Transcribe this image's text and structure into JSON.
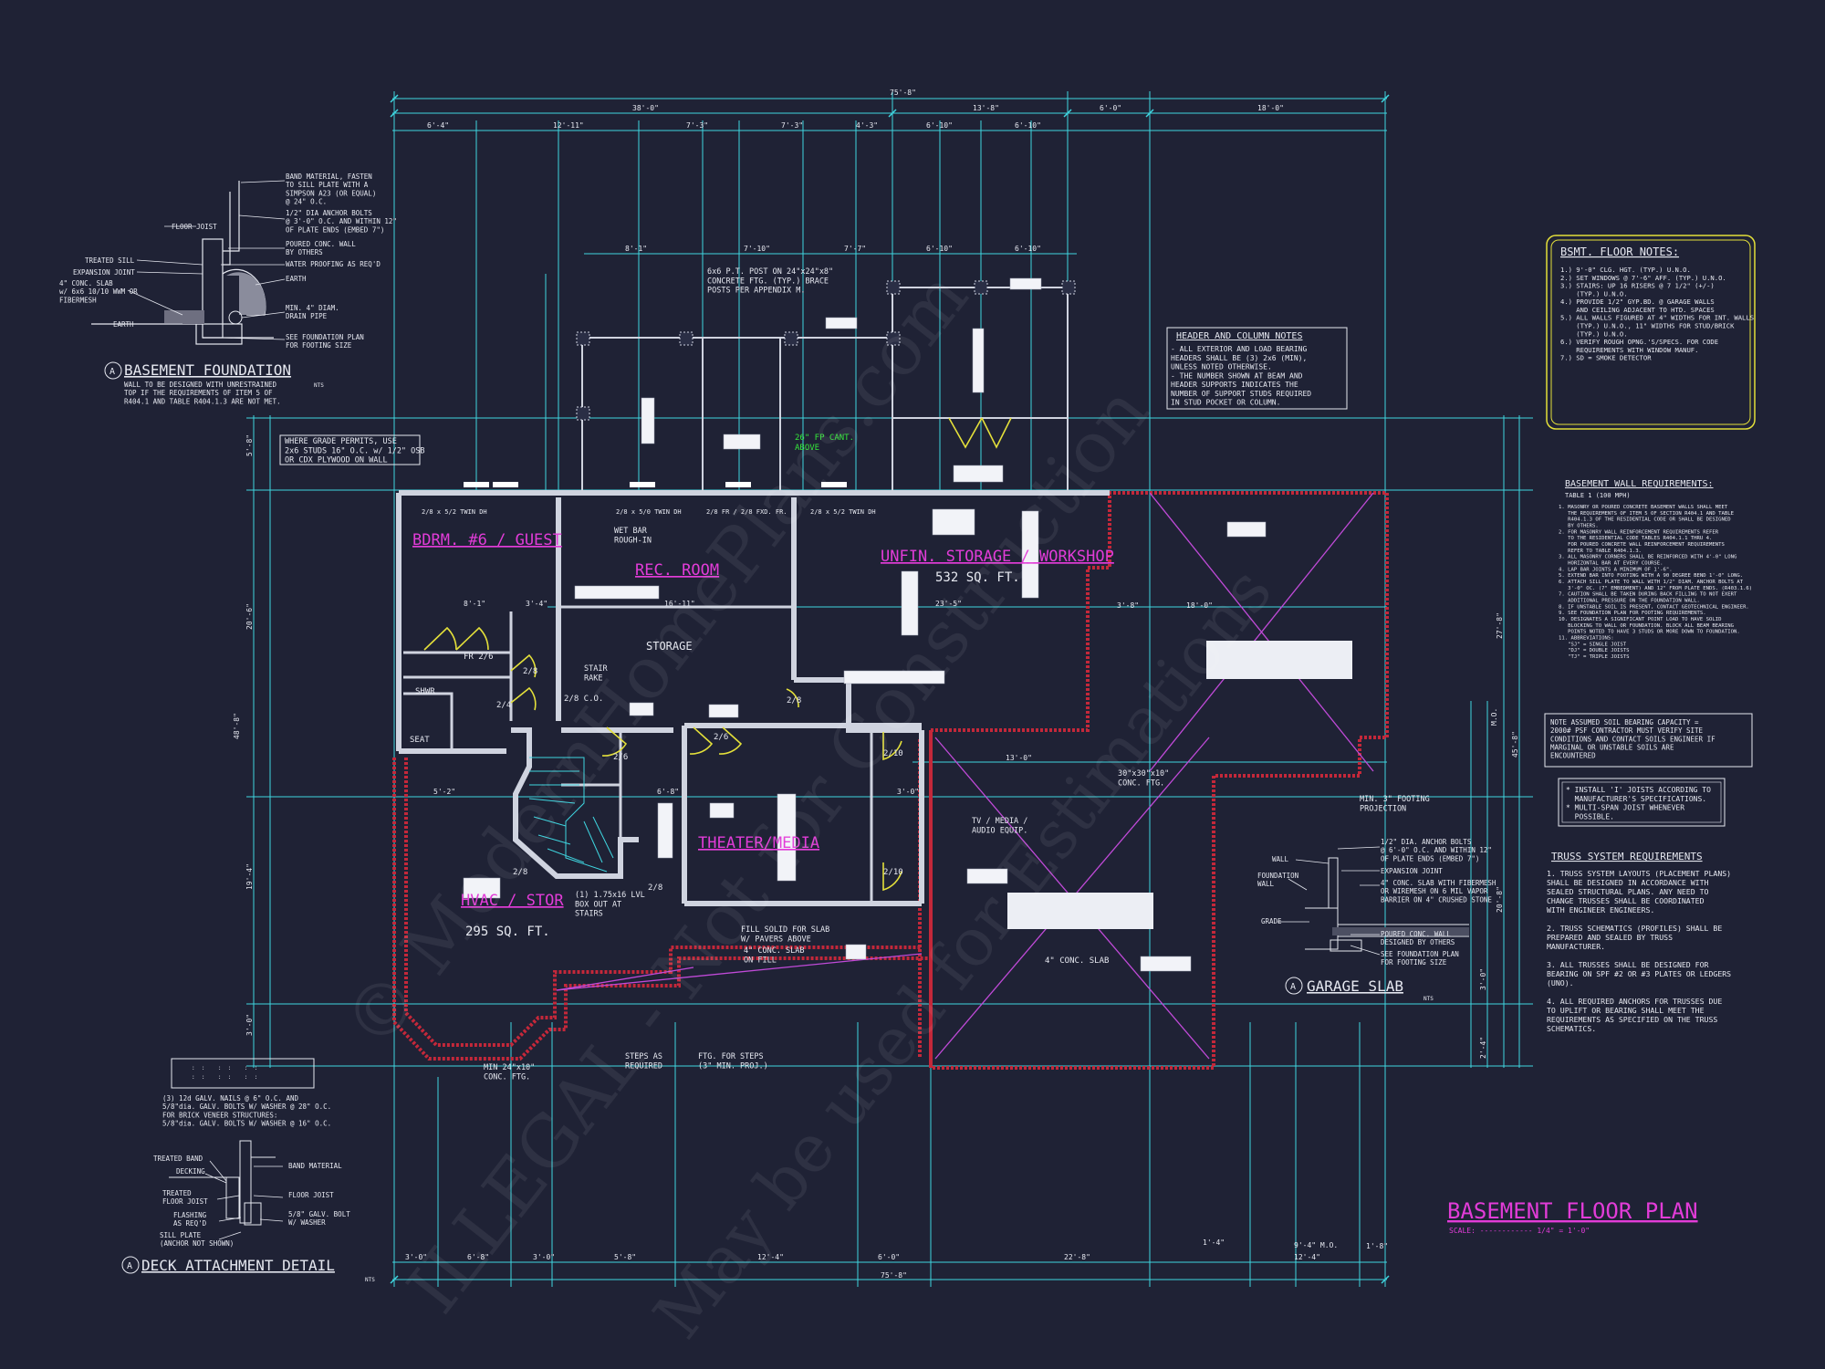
{
  "dimensions": {
    "overall_top": "75'-8\"",
    "top_segments_1": [
      "38'-0\"",
      "13'-8\"",
      "6'-0\"",
      "18'-0\""
    ],
    "top_segments_2": [
      "6'-4\"",
      "12'-11\"",
      "7'-3\"",
      "7'-3\"",
      "4'-3\"",
      "6'-10\"",
      "6'-10\""
    ],
    "deck_segments": [
      "8'-1\"",
      "7'-10\"",
      "7'-7\"",
      "6'-10\"",
      "6'-10\""
    ],
    "overall_bottom": "75'-8\"",
    "bottom_segments": [
      "3'-0\"",
      "6'-8\"",
      "3'-0\"",
      "5'-8\"",
      "12'-4\"",
      "6'-0\"",
      "22'-8\"",
      "12'-4\"",
      "1'-4\"",
      "1'-8\""
    ],
    "left_side": [
      "5'-8\"",
      "20'-6\"",
      "48'-8\"",
      "19'-4\"",
      "3'-0\""
    ],
    "right_side": [
      "27'-8\"",
      "45'-8\"",
      "20'-8\"",
      "3'-0\"",
      "2'-4\""
    ],
    "interior": [
      "8'-1\"",
      "3'-4\"",
      "16'-11\"",
      "23'-5\"",
      "13'-0\"",
      "3'-8\"",
      "18'-0\"",
      "5'-2\"",
      "3'-0\"",
      "6'-8\"",
      "9'-4\" M.O."
    ]
  },
  "rooms": {
    "bedroom": "BDRM. #6 / GUEST",
    "rec_room": "REC. ROOM",
    "storage_workshop": "UNFIN. STORAGE / WORKSHOP",
    "storage_workshop_area": "532 SQ. FT.",
    "storage": "STORAGE",
    "theater": "THEATER/MEDIA",
    "hvac_storage": "HVAC / STOR",
    "hvac_area": "295 SQ. FT.",
    "shwr": "SHWR",
    "seat": "SEAT"
  },
  "plan_labels": {
    "wet_bar": "WET BAR\nROUGH-IN",
    "stair_rake": "STAIR\nRAKE",
    "co": "2/8 C.O.",
    "fr": "FR 2/6",
    "fp_cant": "26\" FP CANT.\nABOVE",
    "post_note": "6x6 P.T. POST ON 24\"x24\"x8\"\nCONCRETE FTG. (TYP.) BRACE\nPOSTS PER APPENDIX M.",
    "grade_note": "WHERE GRADE PERMITS, USE\n2x6 STUDS 16\" O.C. w/ 1/2\" OSB\nOR CDX PLYWOOD ON WALL",
    "tv_note": "TV / MEDIA /\nAUDIO EQUIP.",
    "conc_slab": "4\" CONC. SLAB",
    "fill_note": "FILL SOLID FOR SLAB\nW/ PAVERS ABOVE",
    "conc_slab_fill": "4\" CONC. SLAB\nON FILL",
    "lvl_note": "(1) 1.75x16 LVL\nBOX OUT AT\nSTAIRS",
    "steps_note": "STEPS AS\nREQUIRED",
    "ftg_steps": "FTG. FOR STEPS\n(3\" MIN. PROJ.)",
    "min_conc": "MIN 24\"x10\"\nCONC. FTG.",
    "conc_ftg": "30\"x30\"x10\"\nCONC. FTG.",
    "mo": "M.O.",
    "header_a": "2/8 x 5/2 TWIN DH",
    "header_b": "2/8 x 5/0 TWIN DH",
    "header_c": "2/8 FR / 2/8 FXD. FR.",
    "header_d": "2/8 x 5/2 TWIN DH",
    "min_footing": "MIN. 3\" FOOTING\nPROJECTION",
    "door_labels": [
      "2/8",
      "2/4",
      "2/6",
      "2/8",
      "2/6",
      "2/10",
      "2/10",
      "2/8",
      "2/8"
    ]
  },
  "basement_foundation": {
    "title": "BASEMENT FOUNDATION",
    "tag": "A",
    "nts": "NTS",
    "note": "WALL TO BE DESIGNED WITH UNRESTRAINED\nTOP IF THE REQUIREMENTS OF ITEM 5 OF\nR404.1 AND TABLE R404.1.3 ARE NOT MET.",
    "callouts": [
      "BAND MATERIAL, FASTEN\nTO SILL PLATE WITH A\nSIMPSON A23 (OR EQUAL)\n@ 24\" O.C.",
      "1/2\" DIA ANCHOR BOLTS\n@ 3'-0\" O.C. AND WITHIN 12\"\nOF PLATE ENDS (EMBED 7\")",
      "POURED CONC. WALL\nBY OTHERS",
      "WATER PROOFING AS REQ'D",
      "EARTH",
      "MIN. 4\" DIAM.\nDRAIN PIPE",
      "SEE FOUNDATION PLAN\nFOR FOOTING SIZE",
      "FLOOR JOIST",
      "TREATED SILL",
      "EXPANSION JOINT",
      "4\" CONC. SLAB\nw/ 6x6 10/10 WWM OR\nFIBERMESH",
      "EARTH"
    ]
  },
  "deck_detail": {
    "title": "DECK ATTACHMENT DETAIL",
    "tag": "A",
    "nts": "NTS",
    "notes": "(3) 12d GALV. NAILS @ 6\" O.C. AND\n5/8\"dia. GALV. BOLTS W/ WASHER @ 28\" O.C.\nFOR BRICK VENEER STRUCTURES:\n5/8\"dia. GALV. BOLTS W/ WASHER @ 16\" O.C.",
    "callouts": [
      "TREATED BAND",
      "DECKING",
      "TREATED\nFLOOR JOIST",
      "FLASHING\nAS REQ'D",
      "SILL PLATE\n(ANCHOR NOT SHOWN)",
      "BAND MATERIAL",
      "FLOOR JOIST",
      "5/8\" GALV. BOLT\nW/ WASHER"
    ]
  },
  "garage_slab": {
    "title": "GARAGE SLAB",
    "tag": "A",
    "nts": "NTS",
    "callouts": [
      "1/2\" DIA. ANCHOR BOLTS\n@ 6'-0\" O.C. AND WITHIN 12\"\nOF PLATE ENDS (EMBED 7\")",
      "EXPANSION JOINT",
      "4\" CONC. SLAB WITH FIBERMESH\nOR WIREMESH ON 6 MIL VAPOR\nBARRIER ON 4\" CRUSHED STONE",
      "POURED CONC. WALL\nDESIGNED BY OTHERS",
      "SEE FOUNDATION PLAN\nFOR FOOTING SIZE",
      "WALL",
      "FOUNDATION\nWALL",
      "GRADE"
    ]
  },
  "header_notes": {
    "title": "HEADER AND COLUMN NOTES",
    "lines": "- ALL EXTERIOR AND LOAD BEARING\nHEADERS SHALL BE (3) 2x6 (MIN),\nUNLESS NOTED OTHERWISE.\n- THE NUMBER SHOWN AT BEAM AND\nHEADER SUPPORTS INDICATES THE\nNUMBER OF SUPPORT STUDS REQUIRED\nIN STUD POCKET OR COLUMN."
  },
  "bsmt_notes": {
    "title": "BSMT. FLOOR NOTES:",
    "lines": "1.) 9'-0\" CLG. HGT. (TYP.) U.N.O.\n2.) SET WINDOWS @ 7'-6\" AFF. (TYP.) U.N.O.\n3.) STAIRS: UP 16 RISERS @ 7 1/2\" (+/-)\n    (TYP.) U.N.O.\n4.) PROVIDE 1/2\" GYP.BD. @ GARAGE WALLS\n    AND CEILING ADJACENT TO HTD. SPACES\n5.) ALL WALLS FIGURED AT 4\" WIDTHS FOR INT. WALLS\n    (TYP.) U.N.O., 11\" WIDTHS FOR STUD/BRICK\n    (TYP.) U.N.O.\n6.) VERIFY ROUGH OPNG.'S/SPECS. FOR CODE\n    REQUIREMENTS WITH WINDOW MANUF.\n7.) SD = SMOKE DETECTOR"
  },
  "wall_requirements": {
    "title": "BASEMENT WALL REQUIREMENTS:",
    "subtitle": "TABLE 1                    (100 MPH)",
    "lines": "1. MASONRY OR POURED CONCRETE BASEMENT WALLS SHALL MEET\n   THE REQUIREMENTS OF ITEM 5 OF SECTION R404.1 AND TABLE\n   R404.1.3 OF THE RESIDENTIAL CODE OR SHALL BE DESIGNED\n   BY OTHERS.\n2. FOR MASONRY WALL REINFORCEMENT REQUIREMENTS REFER\n   TO THE RESIDENTIAL CODE TABLES R404.1.1 THRU 4.\n   FOR POURED CONCRETE WALL REINFORCEMENT REQUIREMENTS\n   REFER TO TABLE R404.1.3.\n3. ALL MASONRY CORNERS SHALL BE REINFORCED WITH 4'-0\" LONG\n   HORIZONTAL BAR AT EVERY COURSE.\n4. LAP BAR JOINTS A MINIMUM OF 1'-6\".\n5. EXTEND BAR INTO FOOTING WITH A 90 DEGREE BEND 1'-0\" LONG.\n6. ATTACH SILL PLATE TO WALL WITH 1/2\" DIAM. ANCHOR BOLTS AT\n   3'-0\" OC. (7\" EMBEDMENT) AND 12\" FROM PLATE ENDS. (R403.1.6)\n7. CAUTION SHALL BE TAKEN DURING BACK FILLING TO NOT EXERT\n   ADDITIONAL PRESSURE ON THE FOUNDATION WALL.\n8. IF UNSTABLE SOIL IS PRESENT, CONTACT GEOTECHNICAL ENGINEER.\n9. SEE FOUNDATION PLAN FOR FOOTING REQUIREMENTS.\n10. DESIGNATES A SIGNIFICANT POINT LOAD TO HAVE SOLID\n   BLOCKING TO WALL OR FOUNDATION. BLOCK ALL BEAM BEARING\n   POINTS NOTED TO HAVE 3 STUDS OR MORE DOWN TO FOUNDATION.\n11. ABBREVIATIONS:\n   \"SJ\" = SINGLE JOIST\n   \"DJ\" = DOUBLE JOISTS\n   \"TJ\" = TRIPLE JOISTS"
  },
  "soil_note": "NOTE ASSUMED SOIL BEARING CAPACITY =\n2000# PSF CONTRACTOR MUST VERIFY SITE\nCONDITIONS AND CONTACT SOILS ENGINEER IF\nMARGINAL OR UNSTABLE SOILS ARE\nENCOUNTERED",
  "joist_notes": "* INSTALL 'I' JOISTS ACCORDING TO\n  MANUFACTURER'S SPECIFICATIONS.\n* MULTI-SPAN JOIST WHENEVER\n  POSSIBLE.",
  "truss": {
    "title": "TRUSS SYSTEM REQUIREMENTS",
    "lines": "1. TRUSS SYSTEM LAYOUTS (PLACEMENT PLANS)\nSHALL BE DESIGNED IN ACCORDANCE WITH\nSEALED STRUCTURAL PLANS. ANY NEED TO\nCHANGE TRUSSES SHALL BE COORDINATED\nWITH ENGINEER ENGINEERS.\n\n2. TRUSS SCHEMATICS (PROFILES) SHALL BE\nPREPARED AND SEALED BY TRUSS\nMANUFACTURER.\n\n3. ALL TRUSSES SHALL BE DESIGNED FOR\nBEARING ON SPF #2 OR #3 PLATES OR LEDGERS\n(UNO).\n\n4. ALL REQUIRED ANCHORS FOR TRUSSES DUE\nTO UPLIFT OR BEARING SHALL MEET THE\nREQUIREMENTS AS SPECIFIED ON THE TRUSS\nSCHEMATICS."
  },
  "sheet_title": "BASEMENT FLOOR PLAN",
  "sheet_scale": "SCALE: ------------ 1/4\" = 1'-0\"",
  "watermark": {
    "line1": "© ModernHomePlans.com",
    "line2": "ILLEGAL - Not for Construction",
    "line3": "May be used for Estimations"
  },
  "colors": {
    "background": "#1f2235",
    "dimension": "#3fd6e0",
    "walls": "#cfd3df",
    "room_label": "#e23cd8",
    "foundation": "#c4283a",
    "yellow": "#e4e03a",
    "green": "#35e63a",
    "text": "#e6e8f0"
  }
}
